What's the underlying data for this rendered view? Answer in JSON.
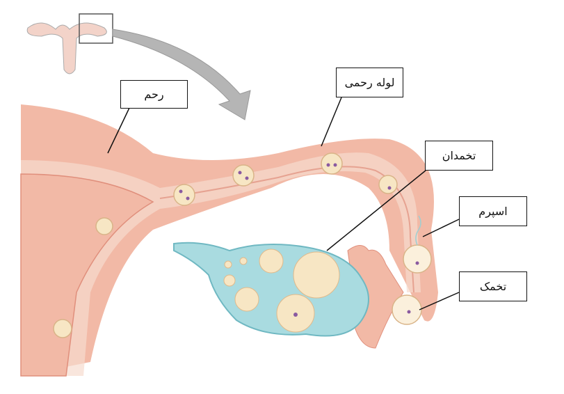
{
  "labels": {
    "uterus": "رحم",
    "fallopian_tube": "لوله رحمی",
    "ovary": "تخمدان",
    "sperm": "اسپرم",
    "egg": "تخمک"
  },
  "colors": {
    "tissue": "#f2b9a6",
    "tissue_dark": "#e08f7c",
    "lining": "#f7dccf",
    "ovary": "#a9dbe0",
    "ovary_edge": "#6fb8c2",
    "cell": "#f7e6c4",
    "nucleus": "#8a5aa0",
    "arrow": "#b5b5b5"
  }
}
